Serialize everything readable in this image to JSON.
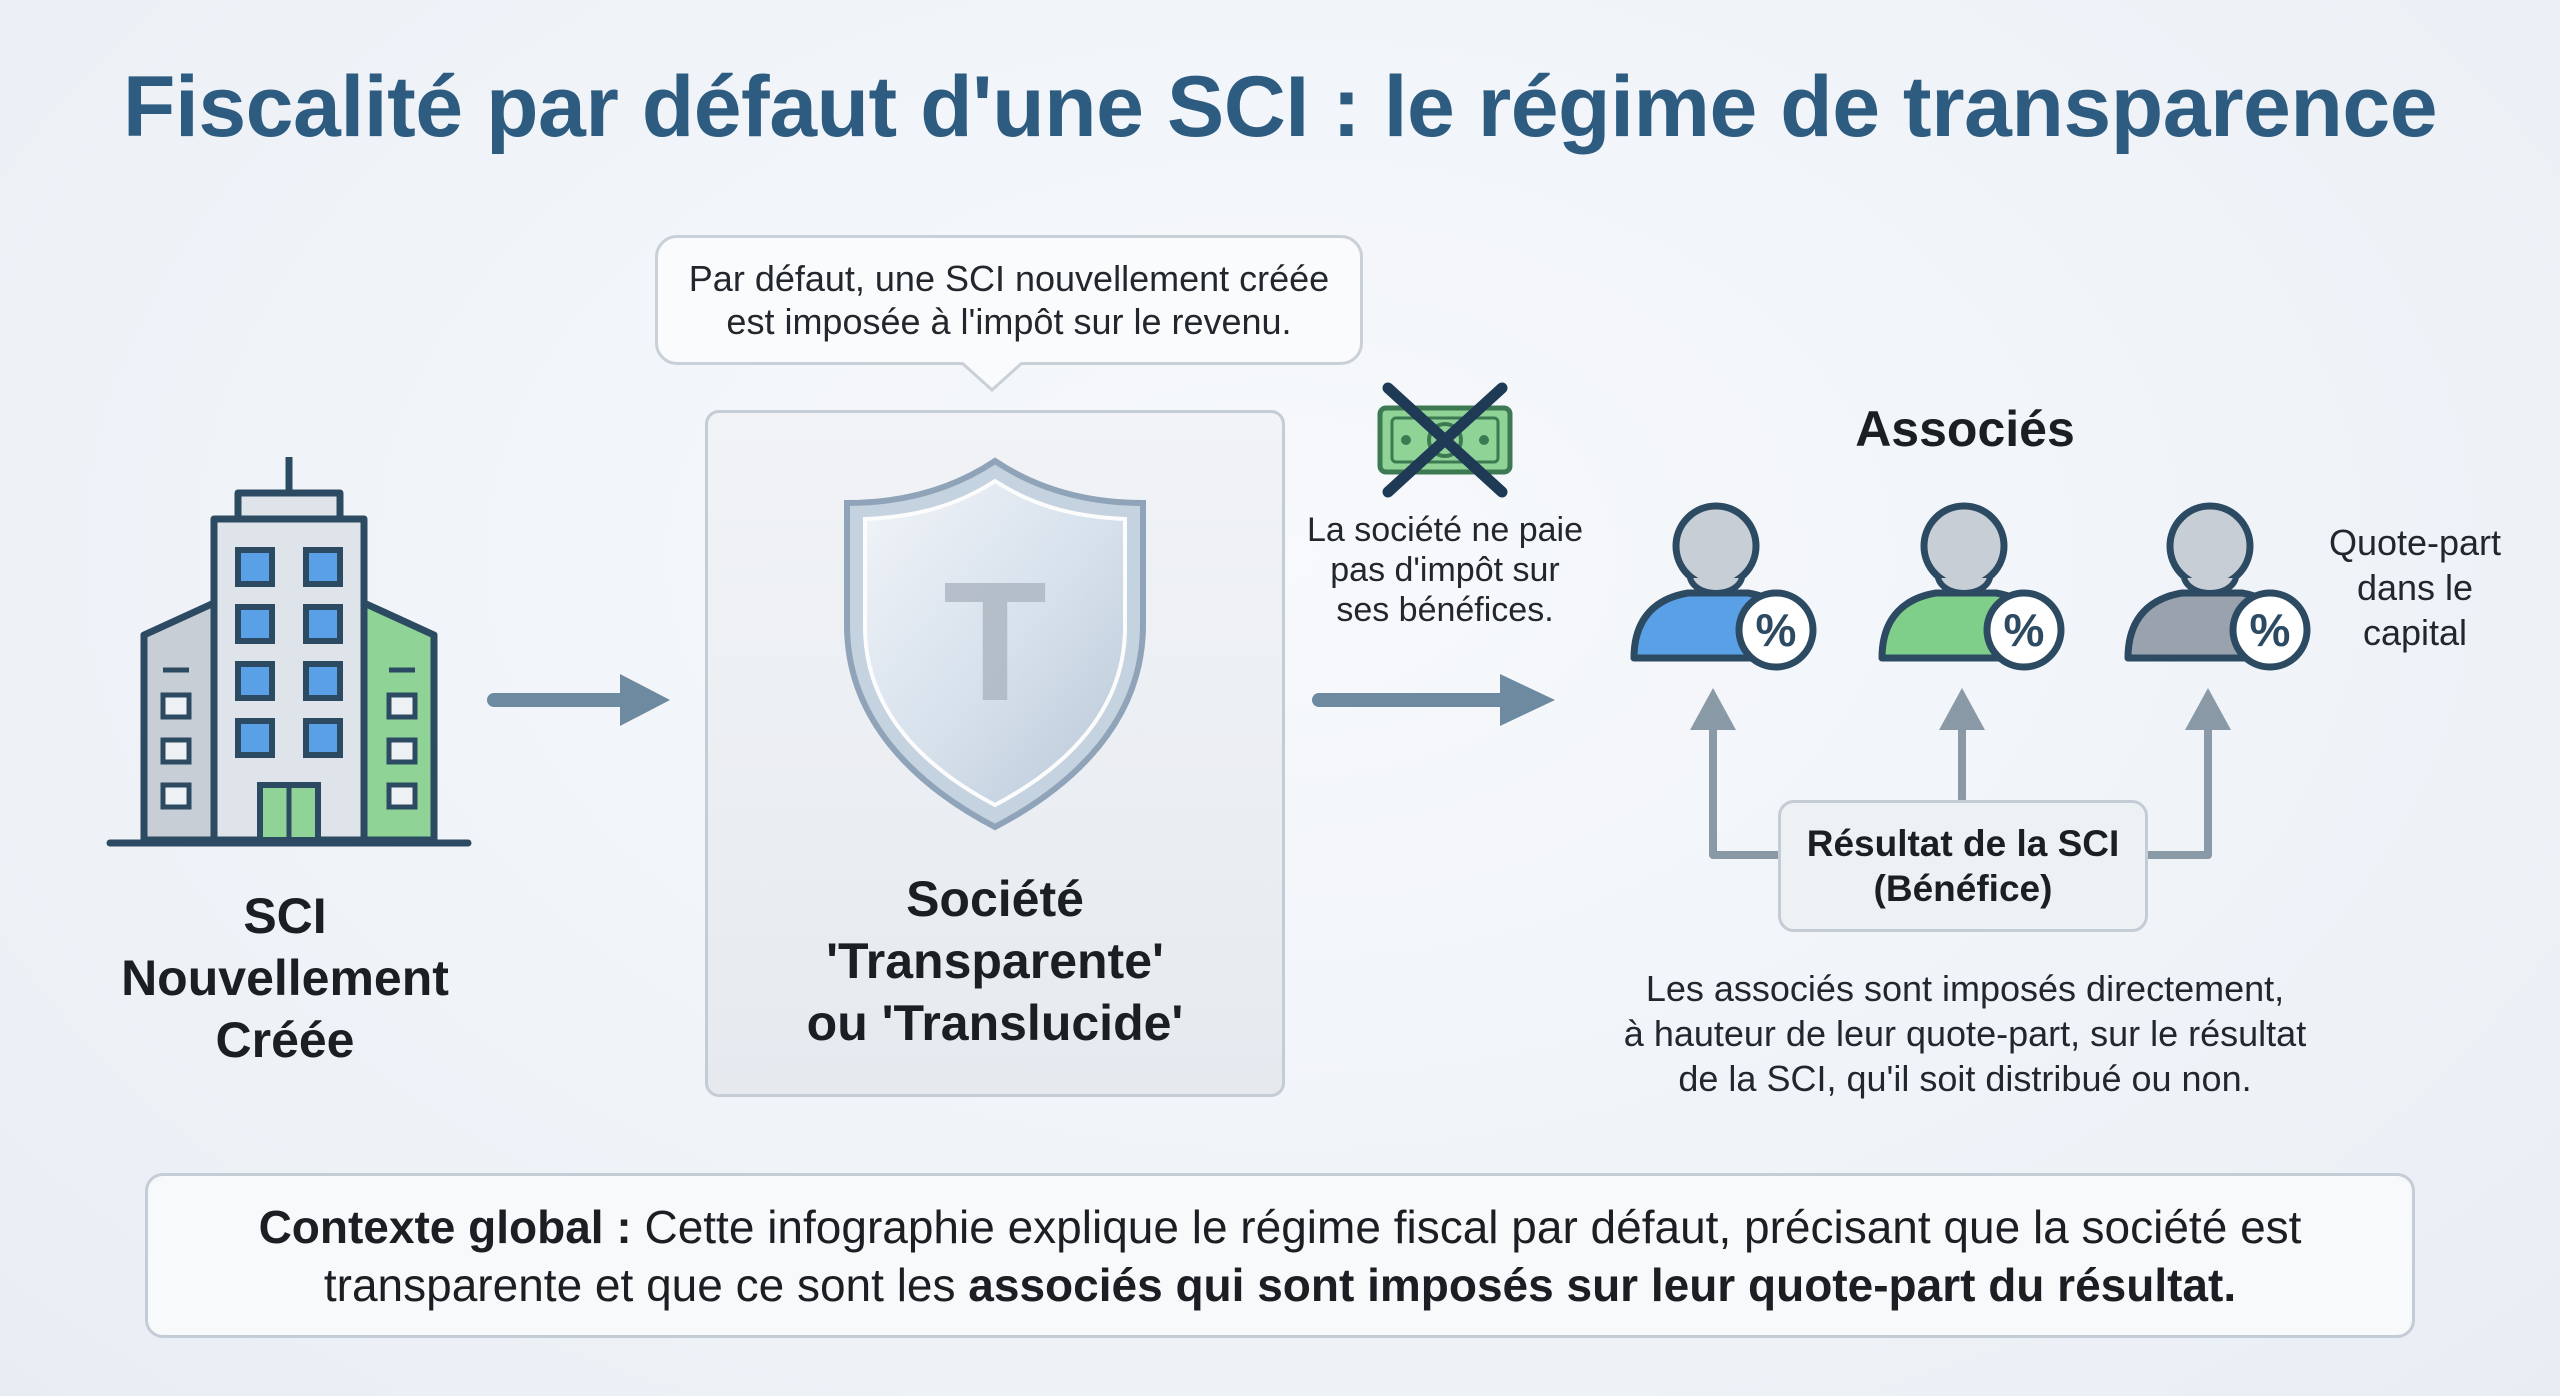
{
  "title": "Fiscalité par défaut d'une SCI : le régime de transparence",
  "bubble": {
    "line1": "Par défaut, une SCI nouvellement créée",
    "line2": "est imposée à l'impôt sur le revenu."
  },
  "sci": {
    "line1": "SCI",
    "line2": "Nouvellement",
    "line3": "Créée"
  },
  "center": {
    "shield_letter": "T",
    "line1": "Société",
    "line2": "'Transparente'",
    "line3": "ou 'Translucide'"
  },
  "no_tax": {
    "line1": "La société ne paie",
    "line2": "pas d'impôt sur",
    "line3": "ses bénéfices."
  },
  "associes": {
    "title": "Associés",
    "percent": "%",
    "quote_line1": "Quote-part",
    "quote_line2": "dans le",
    "quote_line3": "capital"
  },
  "result": {
    "line1": "Résultat de la SCI",
    "line2": "(Bénéfice)"
  },
  "assoc_desc": {
    "line1": "Les associés sont imposés directement,",
    "line2": "à hauteur de leur quote-part, sur le résultat",
    "line3": "de la SCI, qu'il soit distribué ou non."
  },
  "context": {
    "label": "Contexte global :",
    "text1": " Cette infographie explique le régime fiscal par défaut, précisant que la société est transparente et que ce sont les ",
    "bold": "associés qui sont imposés sur leur quote-part du résultat."
  },
  "colors": {
    "title": "#2d5c80",
    "dark": "#2d4a63",
    "arrow": "#6e8aa0",
    "blue": "#5aa0e6",
    "green": "#7fcf8a",
    "gray": "#9aa3ad",
    "cross": "#1f3a55"
  }
}
